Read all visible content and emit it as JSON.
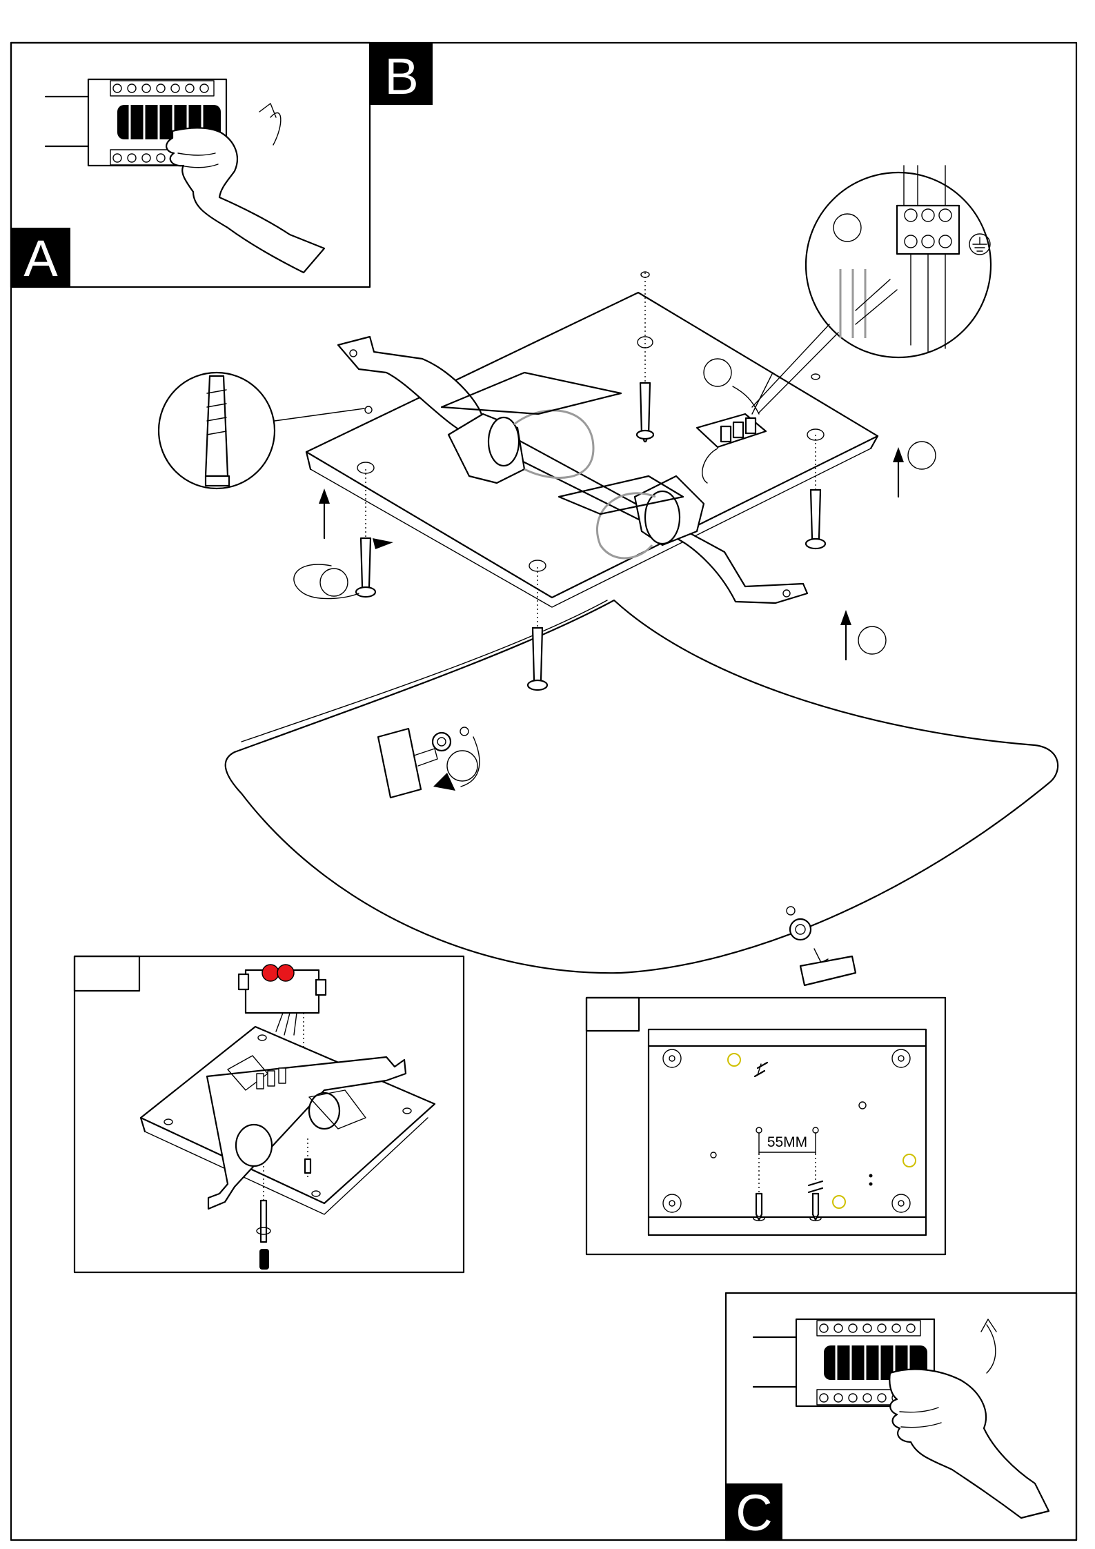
{
  "panels": {
    "a": {
      "label": "A"
    },
    "b": {
      "label": "B"
    },
    "c": {
      "label": "C"
    }
  },
  "drilling_template": {
    "dimension_label": "55MM"
  },
  "colors": {
    "line": "#000000",
    "background": "#ffffff",
    "terminal_highlight": "#e8161b",
    "marker_ring": "#cfc000",
    "bulb_outline": "#9a9a9a"
  },
  "icons": [
    "hand-icon",
    "terminal-block-icon",
    "wall-plug-icon",
    "ground-symbol-icon",
    "screw-icon",
    "arrow-up-icon",
    "rotate-arrow-icon"
  ]
}
